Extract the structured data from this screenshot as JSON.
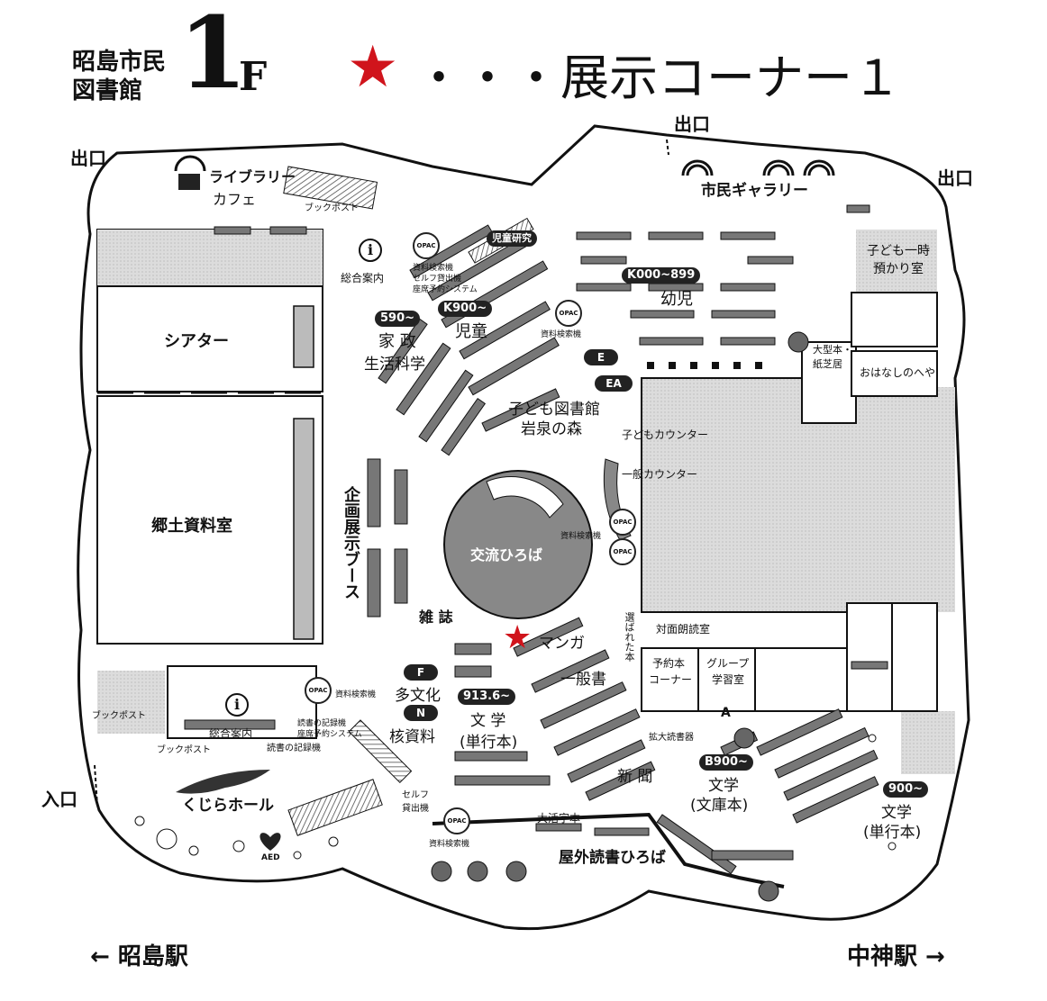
{
  "header": {
    "library_name_line1": "昭島市民",
    "library_name_line2": "図書館",
    "floor": "1",
    "floor_suffix": "F",
    "legend_star": "★",
    "legend_text": "・・・展示コーナー１"
  },
  "exits": {
    "top_left": "出口",
    "top_center": "出口",
    "top_right": "出口",
    "entrance": "入口"
  },
  "stations": {
    "left": "← 昭島駅",
    "right": "中神駅 →"
  },
  "rooms": {
    "library_cafe_1": "ライブラリー",
    "library_cafe_2": "カフェ",
    "book_post_top": "ブックポスト",
    "info_top": "総合案内",
    "opac_top_1": "資料検索機",
    "opac_top_2": "セルフ貸出機",
    "opac_top_3": "座席予約システム",
    "children_research": "児童研究",
    "citizen_gallery": "市民ギャラリー",
    "child_care": "子ども一時\n預かり室",
    "theater": "シアター",
    "local_history": "郷土資料室",
    "exhibition_booth": "企画展示ブース",
    "k000": "K000~899",
    "infants": "幼児",
    "k900": "K900~",
    "children": "児童",
    "c590": "590~",
    "home_econ_1": "家 政",
    "home_econ_2": "生活科学",
    "opac_mid": "資料検索機",
    "e_pill": "E",
    "ea_pill": "EA",
    "kids_library_1": "子ども図書館",
    "kids_library_2": "岩泉の森",
    "big_picture_book": "大型本・\n紙芝居",
    "story_room": "おはなしのへや",
    "kids_counter": "子どもカウンター",
    "general_counter": "一般カウンター",
    "plaza": "交流ひろば",
    "opac_plaza": "資料検索機",
    "magazines": "雑 誌",
    "manga": "マンガ",
    "general_books": "一般書",
    "selected_books": "選ばれた本",
    "face_reading": "対面朗読室",
    "reserved_corner_1": "予約本",
    "reserved_corner_2": "コーナー",
    "group_study_1": "グループ",
    "group_study_2": "学習室",
    "book_post_left": "ブックポスト",
    "book_post_left2": "ブックポスト",
    "info_bottom": "総合案内",
    "opac_bottom_1": "資料検索機",
    "opac_bottom_2": "読書の記録機",
    "opac_bottom_3": "座席予約システム",
    "reading_record": "読書の記録機",
    "f_pill": "F",
    "multicultural": "多文化",
    "n_pill": "N",
    "core_materials": "核資料",
    "c9136": "913.6~",
    "literature_1": "文 学",
    "literature_1b": "(単行本)",
    "large_print": "大活字本",
    "magnifier": "拡大読書器",
    "newspapers": "新 聞",
    "b900": "B900~",
    "literature_2": "文学",
    "literature_2b": "(文庫本)",
    "c900": "900~",
    "literature_3": "文学",
    "literature_3b": "(単行本)",
    "whale_hall": "くじらホール",
    "self_checkout": "セルフ\n貸出機",
    "opac_bottom_mid": "資料検索機",
    "outdoor_plaza": "屋外読書ひろば",
    "aed": "AED",
    "opac_badge": "OPAC",
    "info_i": "i",
    "letter_a": "A"
  },
  "colors": {
    "star": "#d0141c",
    "shade": "#d4d4d4",
    "wall": "#111111",
    "shelf": "#7a7a7a"
  }
}
